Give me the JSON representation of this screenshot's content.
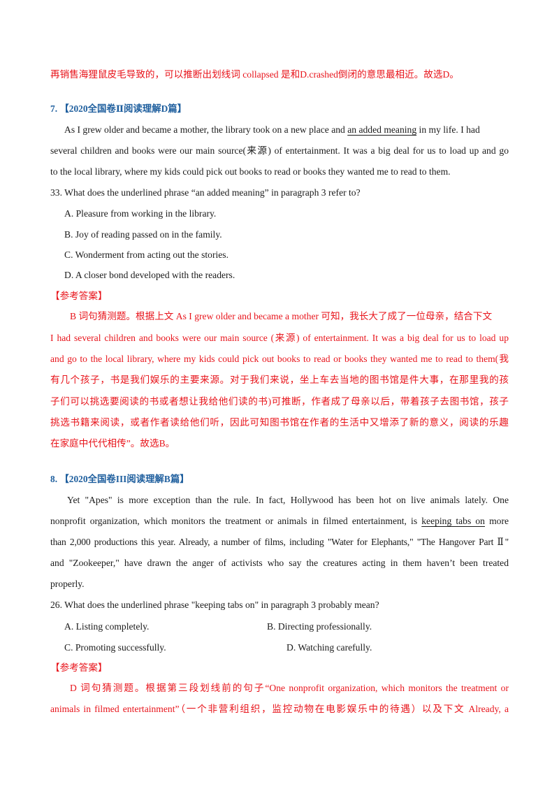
{
  "lines": {
    "top": "再销售海狸鼠皮毛导致的，可以推断出划线词 collapsed  是和D.crashed倒闭的意思最相近。故选D。",
    "q7_head": "7.  【2020全国卷Ⅱ阅读理解D篇】",
    "p7_1a": "As I grew older and became a mother,  the library took on a new place and ",
    "p7_1u": "an added meaning",
    "p7_1b": "  in my life. I had",
    "p7_2": "several children and books were our main source(来源) of entertainment. It was a big deal for us to load up and go",
    "p7_3": "to the local library,  where my kids could pick out books to read or books they wanted me to read to them.",
    "q33": "33. What does the underlined phrase “an added meaning” in paragraph 3 refer to?",
    "q33_a": "A. Pleasure from working in the library.",
    "q33_b": "B. Joy of reading passed on in the family.",
    "q33_c": "C. Wonderment from acting out the stories.",
    "q33_d": "D. A closer bond developed with the readers.",
    "ans7_label": "【参考答案】",
    "ans7_1": "B 词句猜测题。根据上文 As I grew older and became a mother 可知，我长大了成了一位母亲，结合下文",
    "ans7_2": "I had several children and books were our main source (来源) of entertainment. It was a big deal for us to load up",
    "ans7_3": "and go to the local library, where my kids could pick out books to read or books they wanted me to read to them(我",
    "ans7_4": "有几个孩子，书是我们娱乐的主要来源。对于我们来说，坐上车去当地的图书馆是件大事，在那里我的孩",
    "ans7_5": "子们可以挑选要阅读的书或者想让我给他们读的书)可推断，作者成了母亲以后，带着孩子去图书馆，孩子",
    "ans7_6": "挑选书籍来阅读，或者作者读给他们听，因此可知图书馆在作者的生活中又增添了新的意义，阅读的乐趣",
    "ans7_7": "在家庭中代代相传”。故选B。",
    "q8_head": "8.  【2020全国卷III阅读理解B篇】",
    "p8_1": "Yet \"Apes\" is more exception than the rule. In fact, Hollywood has been  hot  on live animals lately. One",
    "p8_2a": "nonprofit  organization, which monitors the treatment or animals in filmed entertainment, is  ",
    "p8_2u": "keeping tabs  on",
    "p8_2b": "  more",
    "p8_3": "than 2,000  productions this year. Already, a number of films, including \"Water for Elephants,\" \"The Hangover Part  Ⅱ\"",
    "p8_4": "and \"Zookeeper,\" have drawn the anger of activists who say the creatures acting in them haven’t been treated",
    "p8_5": "properly.",
    "q26": "26. What does the underlined phrase \"keeping tabs on\" in paragraph 3 probably mean?",
    "q26_a": "A. Listing completely.",
    "q26_b": "B. Directing professionally.",
    "q26_c": "C. Promoting successfully.",
    "q26_d": "D. Watching carefully.",
    "ans8_label": "【参考答案】",
    "ans8_1": "D 词句猜测题。根据第三段划线前的句子“One nonprofit organization, which monitors the treatment or",
    "ans8_2": "animals in filmed entertainment”（一个非营利组织，监控动物在电影娱乐中的待遇）以及下文 Already, a"
  },
  "colors": {
    "answer": "#e8141b",
    "heading": "#1f5f9e",
    "text": "#1a1a1a"
  }
}
